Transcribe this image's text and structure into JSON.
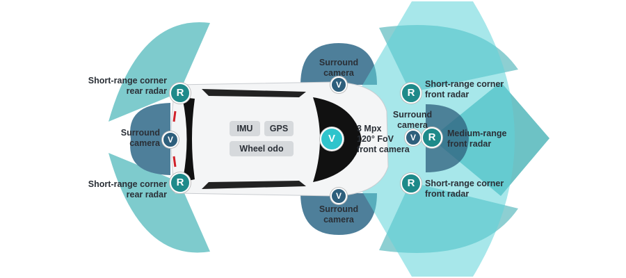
{
  "labels": {
    "rear_radar_top": "Short-range corner\nrear radar",
    "rear_camera": "Surround\ncamera",
    "rear_radar_bottom": "Short-range corner\nrear radar",
    "side_camera_top": "Surround\ncamera",
    "side_camera_bottom": "Surround\ncamera",
    "front_camera": "3 Mpx\n120° FoV\nfront camera",
    "front_radar_top": "Short-range corner\nfront radar",
    "front_surround_camera": "Surround\ncamera",
    "medium_radar": "Medium-range\nfront radar",
    "front_radar_bottom": "Short-range corner\nfront radar"
  },
  "badges": {
    "radar": "R",
    "camera": "V"
  },
  "chips": {
    "imu": "IMU",
    "gps": "GPS",
    "odo": "Wheel odo"
  },
  "colors": {
    "radar_fov": "#7ecbcd",
    "camera_fov": "#4e7f9a",
    "front_cam_fov": "#5fd3d8",
    "front_radar_fov": "#2fa8ad"
  }
}
